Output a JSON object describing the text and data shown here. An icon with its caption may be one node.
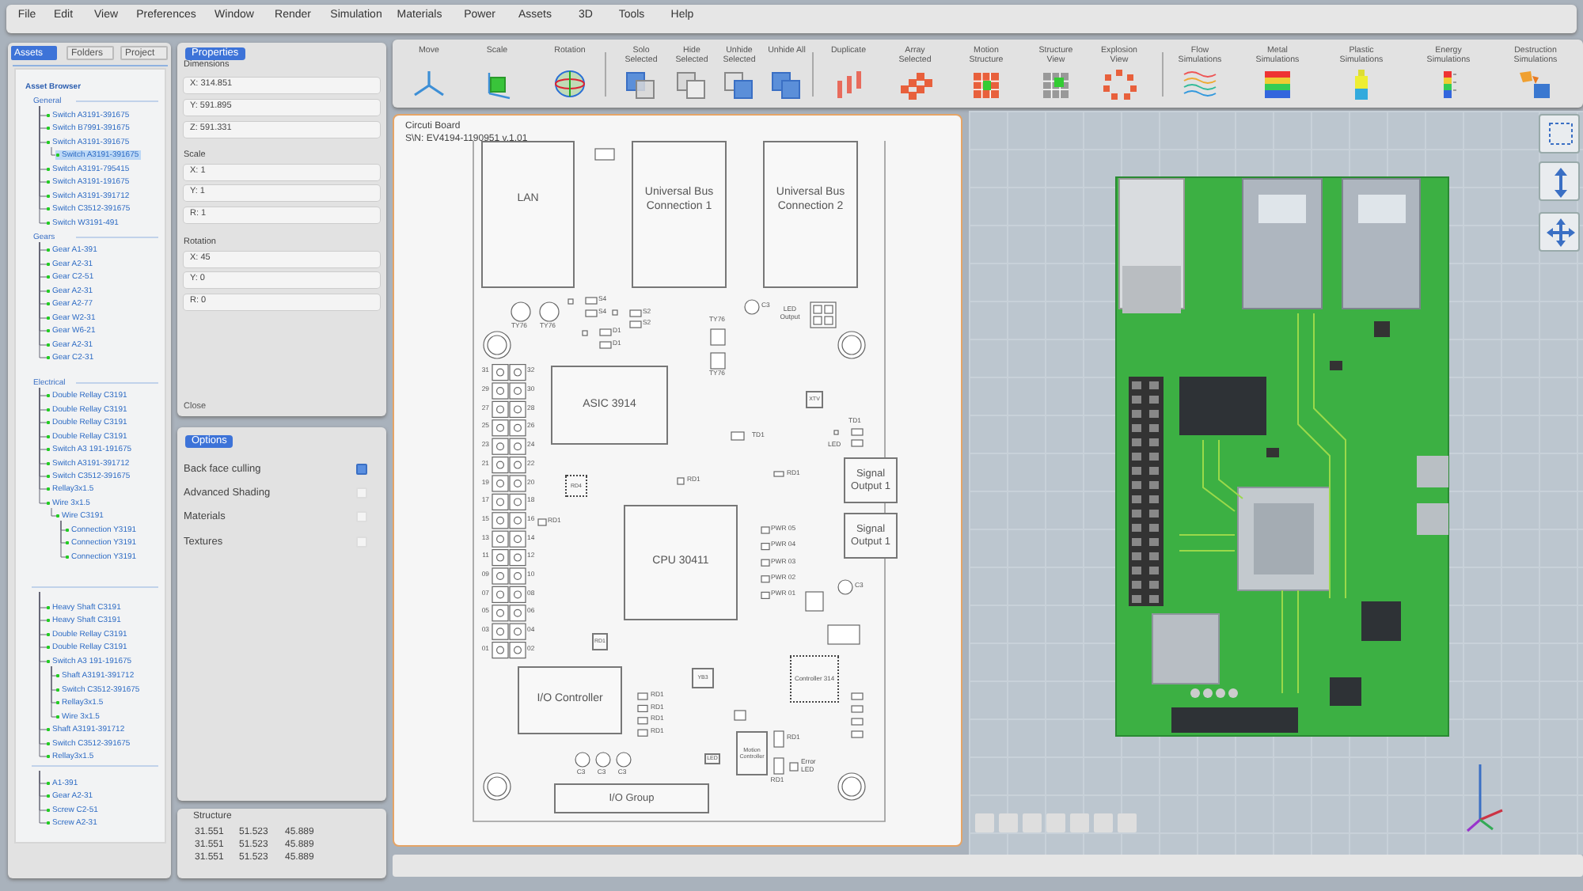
{
  "diagram": {
    "nodes": [
      {
        "text": [
          "Circuti Board",
          "S\\N: EV4194-1190951 v.1.01"
        ]
      },
      {
        "text": [
          "LAN"
        ],
        "in": 0
      },
      {
        "text": [
          "Universal Bus Connection 1"
        ],
        "in": 0
      },
      {
        "text": [
          "Universal Bus Connection 2"
        ],
        "in": 0
      },
      {
        "text": [
          "ASIC 3914"
        ],
        "in": 0
      },
      {
        "text": [
          "XTV"
        ],
        "in": 0
      },
      {
        "text": [
          "Signal Output 1"
        ],
        "in": 0
      },
      {
        "text": [
          "RD4"
        ],
        "in": 0
      },
      {
        "text": [
          "CPU 30411"
        ],
        "in": 0
      },
      {
        "text": [
          "Signal Output 1"
        ],
        "in": 0
      },
      {
        "text": [
          "RD1"
        ],
        "in": 0
      },
      {
        "text": [
          "Controller 314"
        ],
        "in": 0
      },
      {
        "text": [
          "I/O Controller"
        ],
        "in": 0
      },
      {
        "text": [
          "YB3"
        ],
        "in": 0
      },
      {
        "text": [
          "Motion Controller"
        ],
        "in": 0
      },
      {
        "text": [
          "LED"
        ],
        "in": 0
      },
      {
        "text": [
          "I/O Group"
        ],
        "in": 0
      },
      {
        "text": [],
        "shape": "bar"
      }
    ],
    "labels": [
      "File",
      "Edit",
      "View",
      "Preferences",
      "Window",
      "Render",
      "Simulation",
      "Materials",
      "Power",
      "Assets",
      "3D",
      "Tools",
      "Help",
      "Assets",
      "Folders",
      "Project",
      "Asset Browser",
      "General",
      "Switch A3191-391675",
      "Switch B7991-391675",
      "Switch A3191-391675",
      "Switch A3191-391675",
      "Switch A3191-795415",
      "Switch A3191-191675",
      "Switch A3191-391712",
      "Switch C3512-391675",
      "Switch W3191-491",
      "Gears",
      "Gear A1-391",
      "Gear A2-31",
      "Gear C2-51",
      "Gear A2-31",
      "Gear A2-77",
      "Gear W2-31",
      "Gear W6-21",
      "Gear A2-31",
      "Gear C2-31",
      "Electrical",
      "Double Rellay C3191",
      "Double Rellay C3191",
      "Double Rellay C3191",
      "Double Rellay C3191",
      "Switch A3 191-191675",
      "Switch A3191-391712",
      "Switch C3512-391675",
      "Rellay3x1.5",
      "Wire 3x1.5",
      "Wire C3191",
      "Connection Y3191",
      "Connection Y3191",
      "Connection Y3191",
      "Heavy Shaft C3191",
      "Heavy Shaft C3191",
      "Double Rellay C3191",
      "Double Rellay C3191",
      "Switch A3 191-191675",
      "Shaft A3191-391712",
      "Switch C3512-391675",
      "Rellay3x1.5",
      "Wire 3x1.5",
      "Shaft A3191-391712",
      "Switch C3512-391675",
      "Rellay3x1.5",
      "A1-391",
      "Gear A2-31",
      "Screw C2-51",
      "Screw A2-31",
      "Properties",
      "Dimensions",
      "X: 314.851",
      "Y: 591.895",
      "Z: 591.331",
      "Scale",
      "X: 1",
      "Y: 1",
      "R: 1",
      "Rotation",
      "X: 45",
      "Y: 0",
      "R: 0",
      "Close",
      "Options",
      "Back face culling",
      "Advanced Shading",
      "Materials",
      "Textures",
      "Structure",
      "31.551",
      "51.523",
      "45.889",
      "31.551",
      "51.523",
      "45.889",
      "31.551",
      "51.523",
      "45.889",
      "Move",
      "Scale",
      "Rotation",
      "Solo Selected",
      "Hide Selected",
      "Unhide Selected",
      "Unhide All",
      "Duplicate",
      "Array Selected",
      "Motion Structure",
      "Structure View",
      "Explosion View",
      "Flow Simulations",
      "Metal Simulations",
      "Plastic Simulations",
      "Energy Simulations",
      "Destruction Simulations",
      "S4",
      "S4",
      "C3",
      "LED Output",
      "S2",
      "S2",
      "TY76",
      "TY76",
      "TY76",
      "D1",
      "D1",
      "TY76",
      "31",
      "32",
      "29",
      "30",
      "27",
      "28",
      "25",
      "26",
      "23",
      "24",
      "21",
      "22",
      "19",
      "20",
      "17",
      "18",
      "15",
      "16",
      "13",
      "14",
      "11",
      "12",
      "09",
      "10",
      "07",
      "08",
      "05",
      "06",
      "03",
      "04",
      "01",
      "02",
      "TD1",
      "TD1",
      "LED",
      "RD1",
      "RD1",
      "RD1",
      "PWR 05",
      "PWR 04",
      "PWR 03",
      "PWR 02",
      "PWR 01",
      "C3",
      "RD1",
      "RD1",
      "RD1",
      "RD1",
      "RD1",
      "Error LED",
      "C3",
      "C3",
      "C3",
      "RD1"
    ]
  }
}
